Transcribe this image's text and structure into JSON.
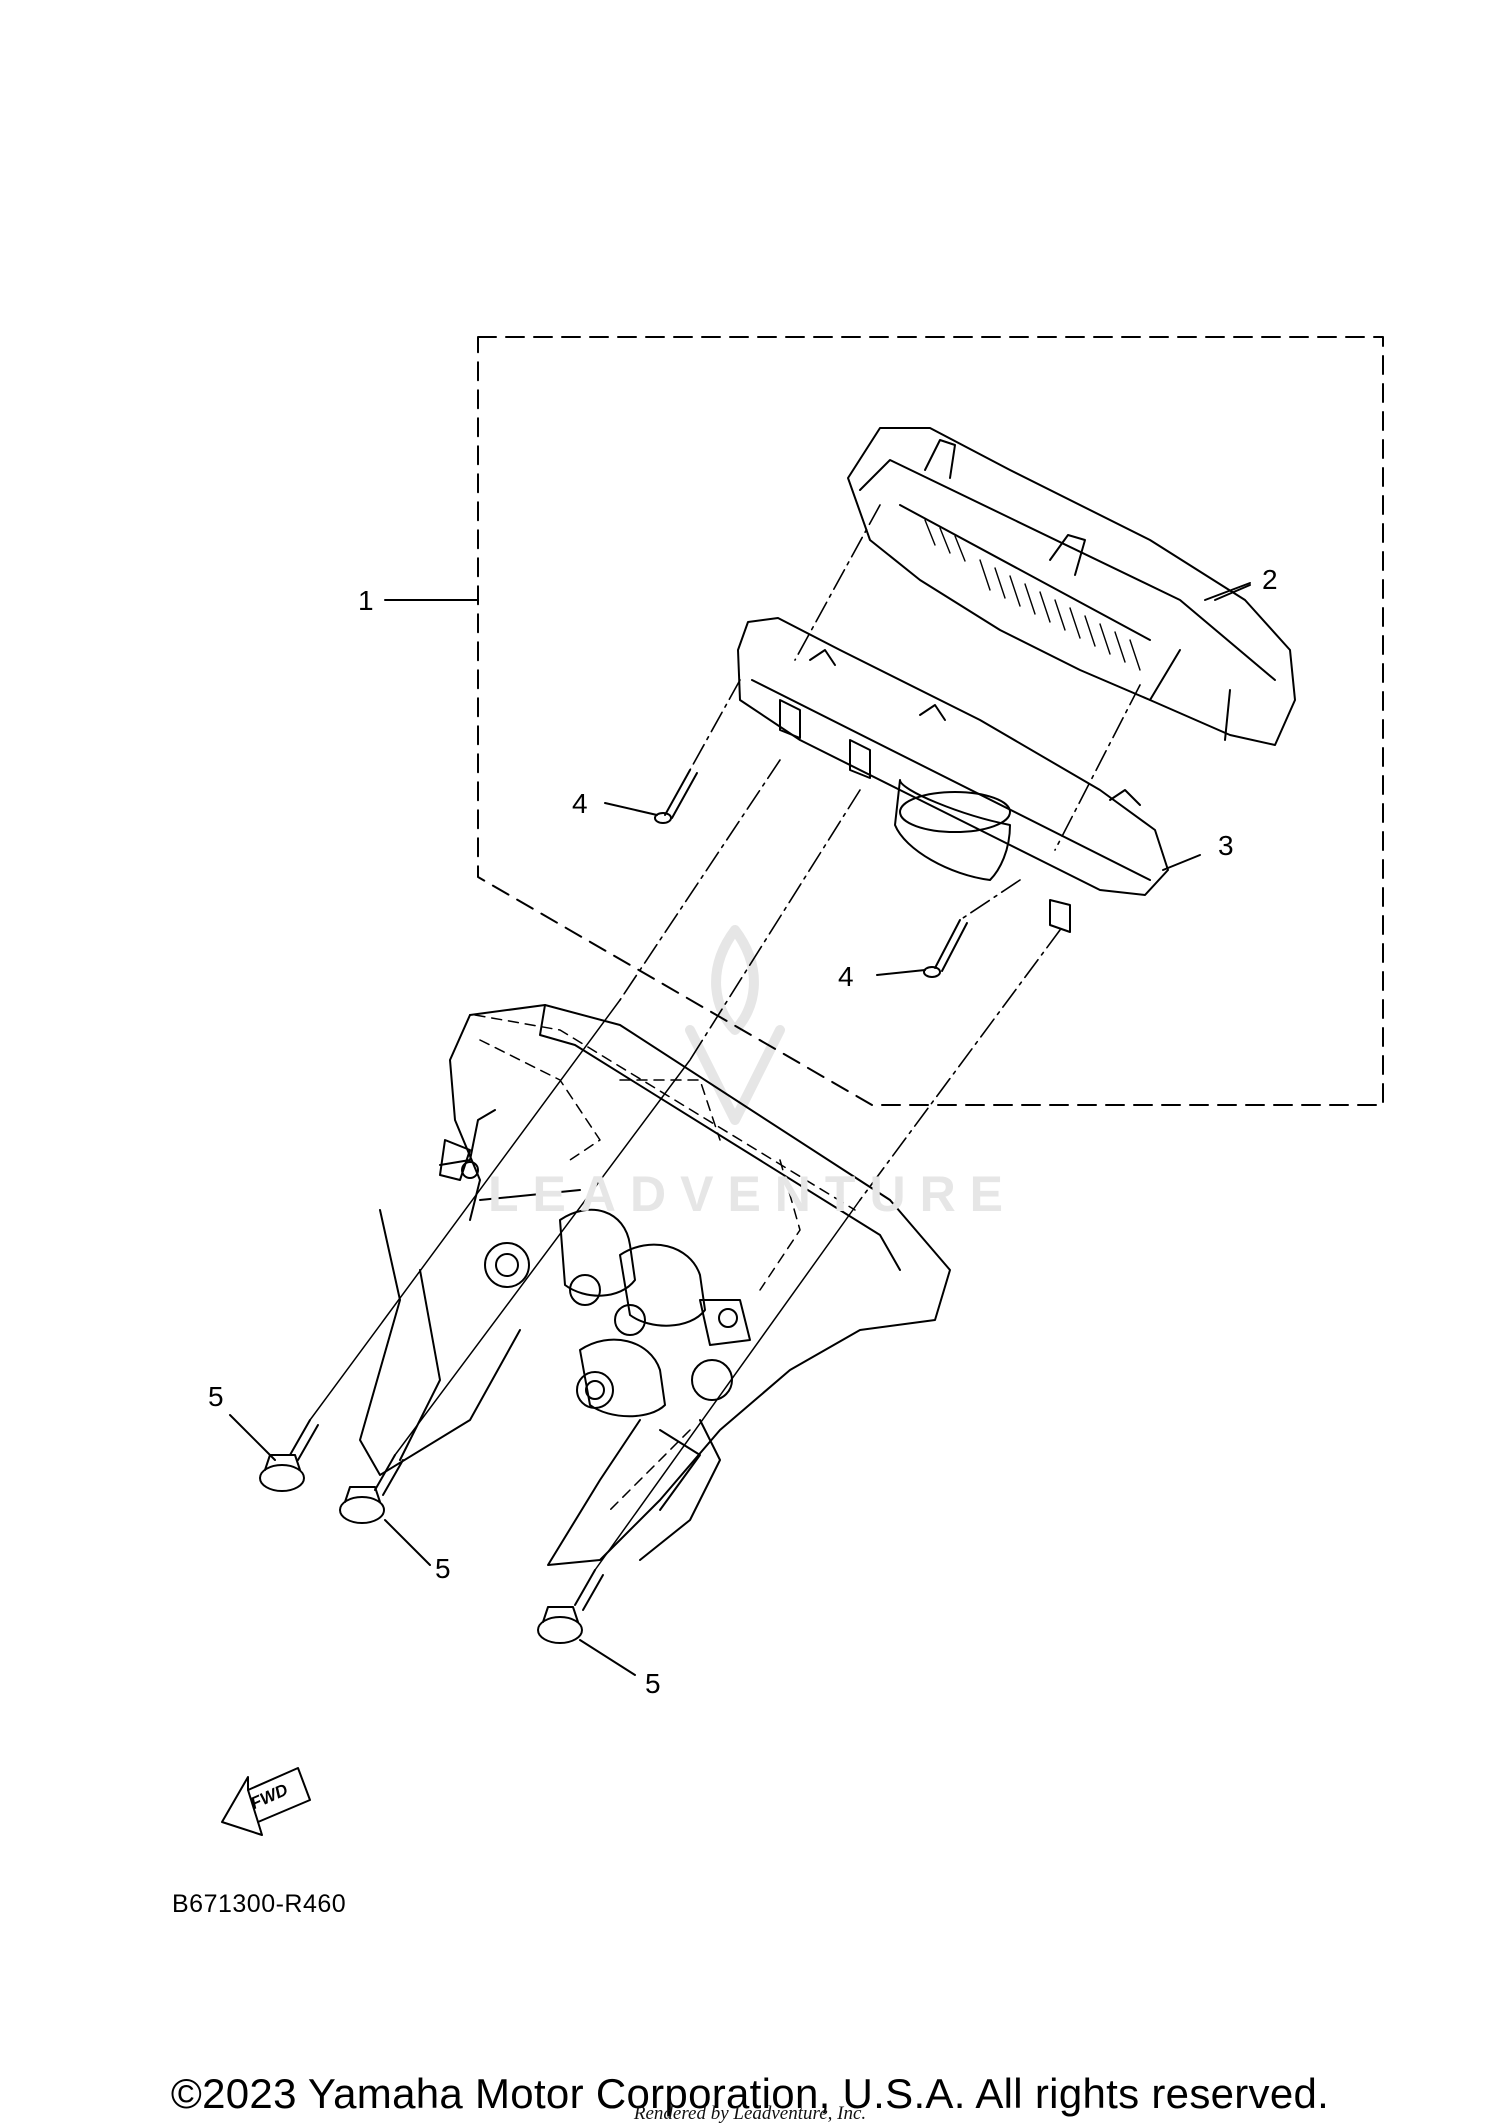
{
  "diagram": {
    "callouts": [
      {
        "id": "c1",
        "label": "1"
      },
      {
        "id": "c2",
        "label": "2"
      },
      {
        "id": "c3",
        "label": "3"
      },
      {
        "id": "c4a",
        "label": "4"
      },
      {
        "id": "c4b",
        "label": "4"
      },
      {
        "id": "c5a",
        "label": "5"
      },
      {
        "id": "c5b",
        "label": "5"
      },
      {
        "id": "c5c",
        "label": "5"
      }
    ],
    "fwd_label": "FWD",
    "figure_code": "B671300-R460",
    "watermark": "LEADVENTURE"
  },
  "footer": {
    "copyright": "©2023 Yamaha Motor Corporation, U.S.A. All rights reserved.",
    "rendered_by": "Rendered by Leadventure, Inc."
  },
  "colors": {
    "line": "#000000",
    "watermark": "#e6e6e6",
    "background": "#ffffff"
  }
}
